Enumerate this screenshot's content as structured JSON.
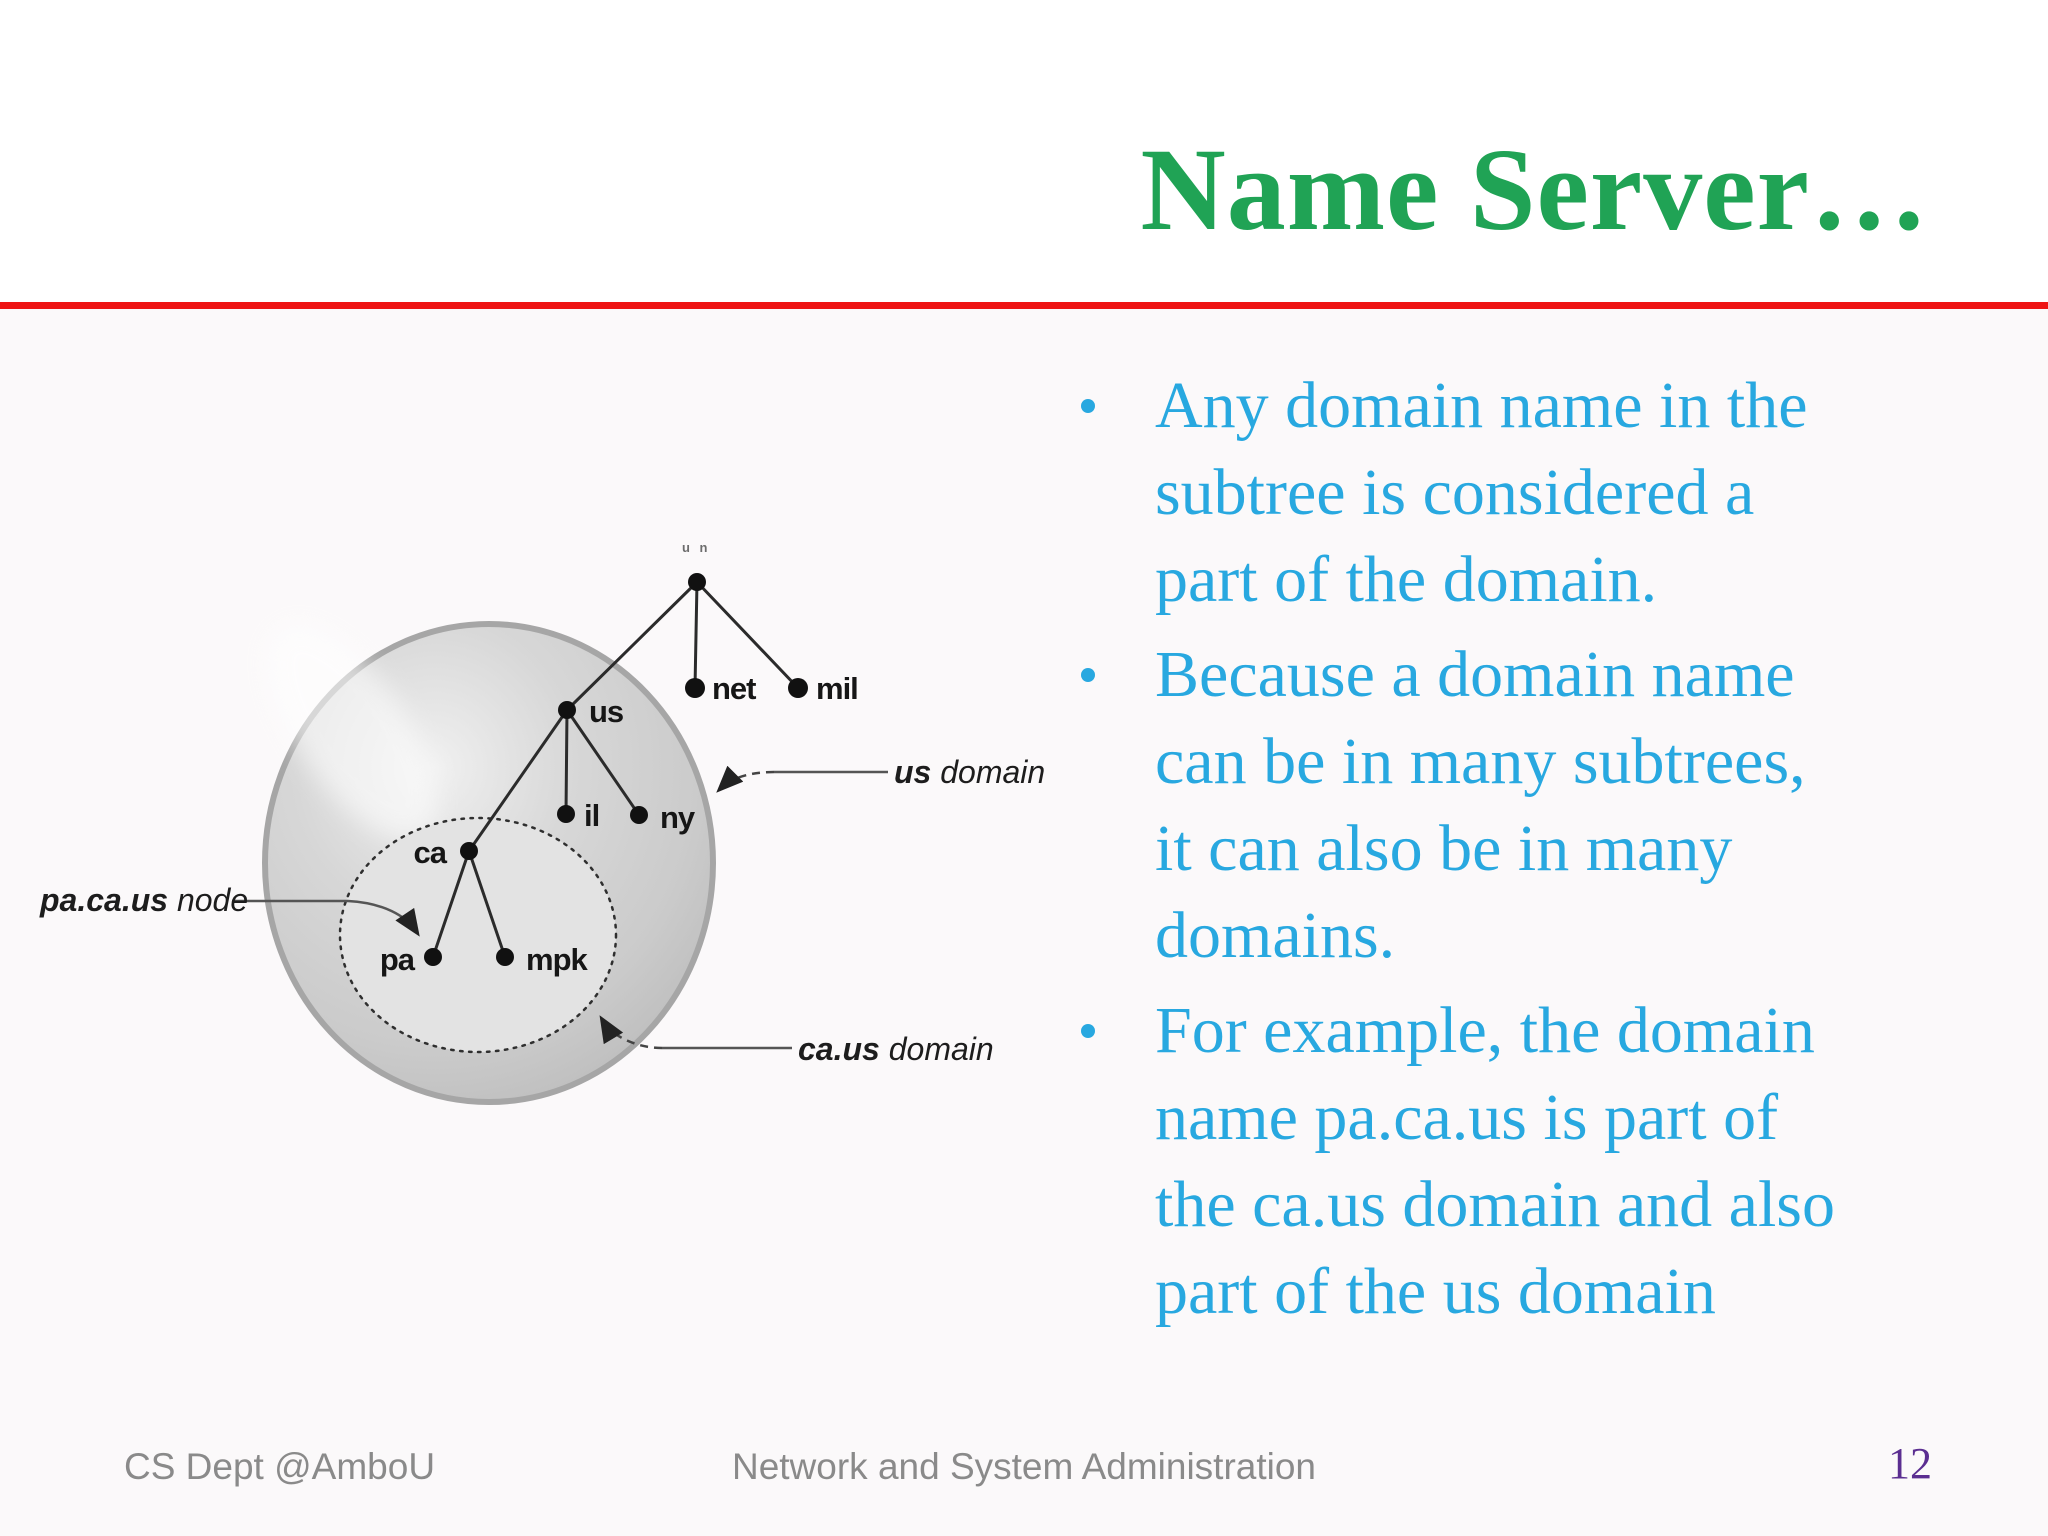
{
  "slide": {
    "title": "Name Server…",
    "colors": {
      "title_green": "#20A355",
      "divider_red": "#EE1414",
      "bullet_cyan": "#28A8E0",
      "footer_gray": "#8A8A8A",
      "page_purple": "#5B2E91",
      "sphere_gray": "#CBCBCB",
      "inner_circle_gray": "#E3E3E3"
    },
    "bullets": [
      {
        "lines": [
          "Any domain name in the",
          "subtree is considered a",
          "part of the domain."
        ]
      },
      {
        "lines": [
          "Because a domain name",
          "can be in many subtrees,",
          "it can also be in many",
          "domains."
        ]
      },
      {
        "lines": [
          "For example, the domain",
          "name pa.ca.us is part of",
          "the ca.us domain and also",
          "part of the us domain"
        ]
      }
    ],
    "footer": {
      "left": "CS Dept @AmboU",
      "center": "Network and System Administration",
      "page_number": "12"
    }
  },
  "diagram": {
    "root_label": "u n",
    "node_labels": {
      "net": "net",
      "mil": "mil",
      "us": "us",
      "il": "il",
      "ny": "ny",
      "ca": "ca",
      "pa": "pa",
      "mpk": "mpk"
    },
    "annotations": {
      "us_domain": {
        "name": "us",
        "rest": " domain"
      },
      "ca_us_domain": {
        "name": "ca.us",
        "rest": " domain"
      },
      "pa_ca_us_node": {
        "name": "pa.ca.us",
        "rest": " node"
      }
    }
  }
}
